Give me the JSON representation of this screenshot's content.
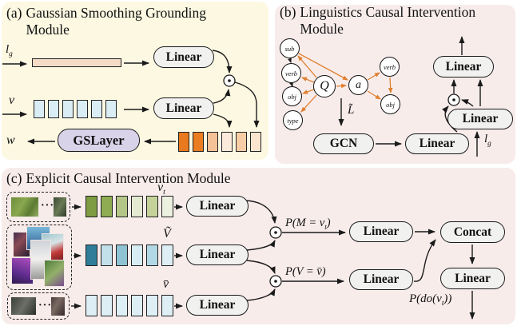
{
  "panel_a": {
    "tag": "(a)",
    "title": "Gaussian Smoothing Grounding Module",
    "lg_base": "l",
    "lg_sub": "g",
    "v_label": "v",
    "w_label": "w",
    "gslayer_label": "GSLayer"
  },
  "panel_b": {
    "tag": "(b)",
    "title": "Linguistics Causal Intervention Module",
    "nodes": {
      "sub": "sub",
      "verb": "verb",
      "obj": "obj",
      "type": "type",
      "q": "Q",
      "a": "a",
      "verb2": "verb",
      "obj2": "obj"
    },
    "l_tilde": "L̃",
    "gcn_label": "GCN",
    "lg_base": "l",
    "lg_sub": "g"
  },
  "panel_c": {
    "tag": "(c)",
    "title": "Explicit Causal Intervention Module",
    "vt_base": "v",
    "vt_sub": "t",
    "v_tilde": "Ṽ",
    "v_bar": "v̄",
    "ellipsis": "···",
    "p_m_pre": "P(M = v",
    "p_m_sub": "t",
    "p_m_post": ")",
    "p_v": "P(V = v̄)",
    "p_do_pre": "P(do(v",
    "p_do_sub": "t",
    "p_do_post": "))",
    "concat_label": "Concat"
  },
  "labels": {
    "linear": "Linear"
  },
  "colors": {
    "panel_a_bg": "#fcf8e2",
    "panel_bc_bg": "#f8eceb",
    "pill_bg": "#f1f1f0",
    "gslayer_bg": "#d9d3e9",
    "graph_edge_orange": "#e08030",
    "arrow_black": "#1a1a1a",
    "lg_bar": "#f4dcc6"
  },
  "rows": {
    "a_v": [
      "#daecf4",
      "#daecf4",
      "#daecf4",
      "#daecf4",
      "#daecf4",
      "#daecf4"
    ],
    "a_fused": [
      "#e8791e",
      "#ea7d1f",
      "#f5c197",
      "#fceadb",
      "#f7cda6",
      "#fbe5cf"
    ],
    "c_vt": [
      "#7e9c42",
      "#8fac52",
      "#b4c687",
      "#e4ead2",
      "#c4d29a",
      "#ecf0df"
    ],
    "c_vtilde": [
      "#2f7d99",
      "#c2e0ea",
      "#8fc3d4",
      "#d8ecf3",
      "#b3d8e5",
      "#ddeef5"
    ],
    "c_vbar": [
      "#ddeef5",
      "#ddeef5",
      "#ddeef5",
      "#ddeef5",
      "#ddeef5",
      "#ddeef5"
    ]
  }
}
